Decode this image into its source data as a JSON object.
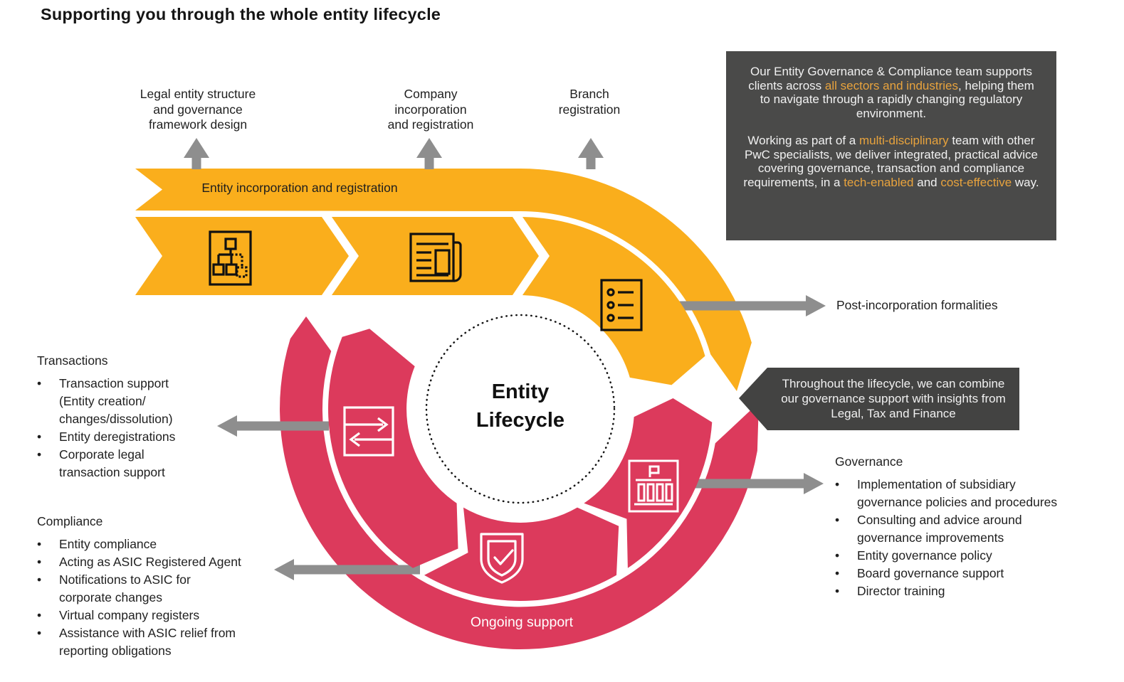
{
  "title": "Supporting you through the whole entity lifecycle",
  "colors": {
    "band_yellow": "#FAAE1C",
    "band_rose": "#DC3A5C",
    "arrow_gray": "#8E8E8E",
    "panel_dark": "#4A4A49",
    "highlight_orange": "#E8A33D"
  },
  "bullet": "•",
  "flow": {
    "banner_label": "Entity incorporation and registration",
    "center_label": "Entity\nLifecycle",
    "ongoing_label": "Ongoing support",
    "post_incorporation_label": "Post-incorporation formalities",
    "milestones": [
      {
        "label": "Legal entity structure\nand governance\nframework design"
      },
      {
        "label": "Company\nincorporation\nand registration"
      },
      {
        "label": "Branch\nregistration"
      }
    ],
    "icons": [
      "org-structure-icon",
      "registration-news-icon",
      "checklist-icon",
      "transfer-arrows-icon",
      "shield-check-icon",
      "institution-icon"
    ]
  },
  "panels": {
    "team": {
      "para1": [
        {
          "t": "Our Entity Governance & Compliance team supports clients across "
        },
        {
          "t": "all sectors and industries",
          "h": true
        },
        {
          "t": ", helping them to navigate through a rapidly changing regulatory environment."
        }
      ],
      "para2": [
        {
          "t": "Working as part of a "
        },
        {
          "t": "multi-disciplinary",
          "h": true
        },
        {
          "t": " team with other PwC specialists, we deliver integrated, practical advice covering governance, transaction and compliance requirements, in a "
        },
        {
          "t": "tech-enabled",
          "h": true
        },
        {
          "t": " and "
        },
        {
          "t": "cost-effective",
          "h": true
        },
        {
          "t": " way."
        }
      ]
    },
    "lifecycle_note": {
      "text": "Throughout the lifecycle, we can combine our governance support with insights from Legal, Tax and Finance"
    }
  },
  "lists": {
    "transactions": {
      "heading": "Transactions",
      "items": [
        "Transaction support\n(Entity creation/\nchanges/dissolution)",
        "Entity deregistrations",
        "Corporate legal\ntransaction support"
      ]
    },
    "compliance": {
      "heading": "Compliance",
      "items": [
        "Entity compliance",
        "Acting as ASIC Registered Agent",
        "Notifications to ASIC for\ncorporate changes",
        "Virtual company registers",
        "Assistance with ASIC relief from\nreporting obligations"
      ]
    },
    "governance": {
      "heading": "Governance",
      "items": [
        "Implementation of subsidiary\ngovernance policies and procedures",
        "Consulting and advice around\ngovernance improvements",
        "Entity governance policy",
        "Board governance support",
        "Director training"
      ]
    }
  }
}
